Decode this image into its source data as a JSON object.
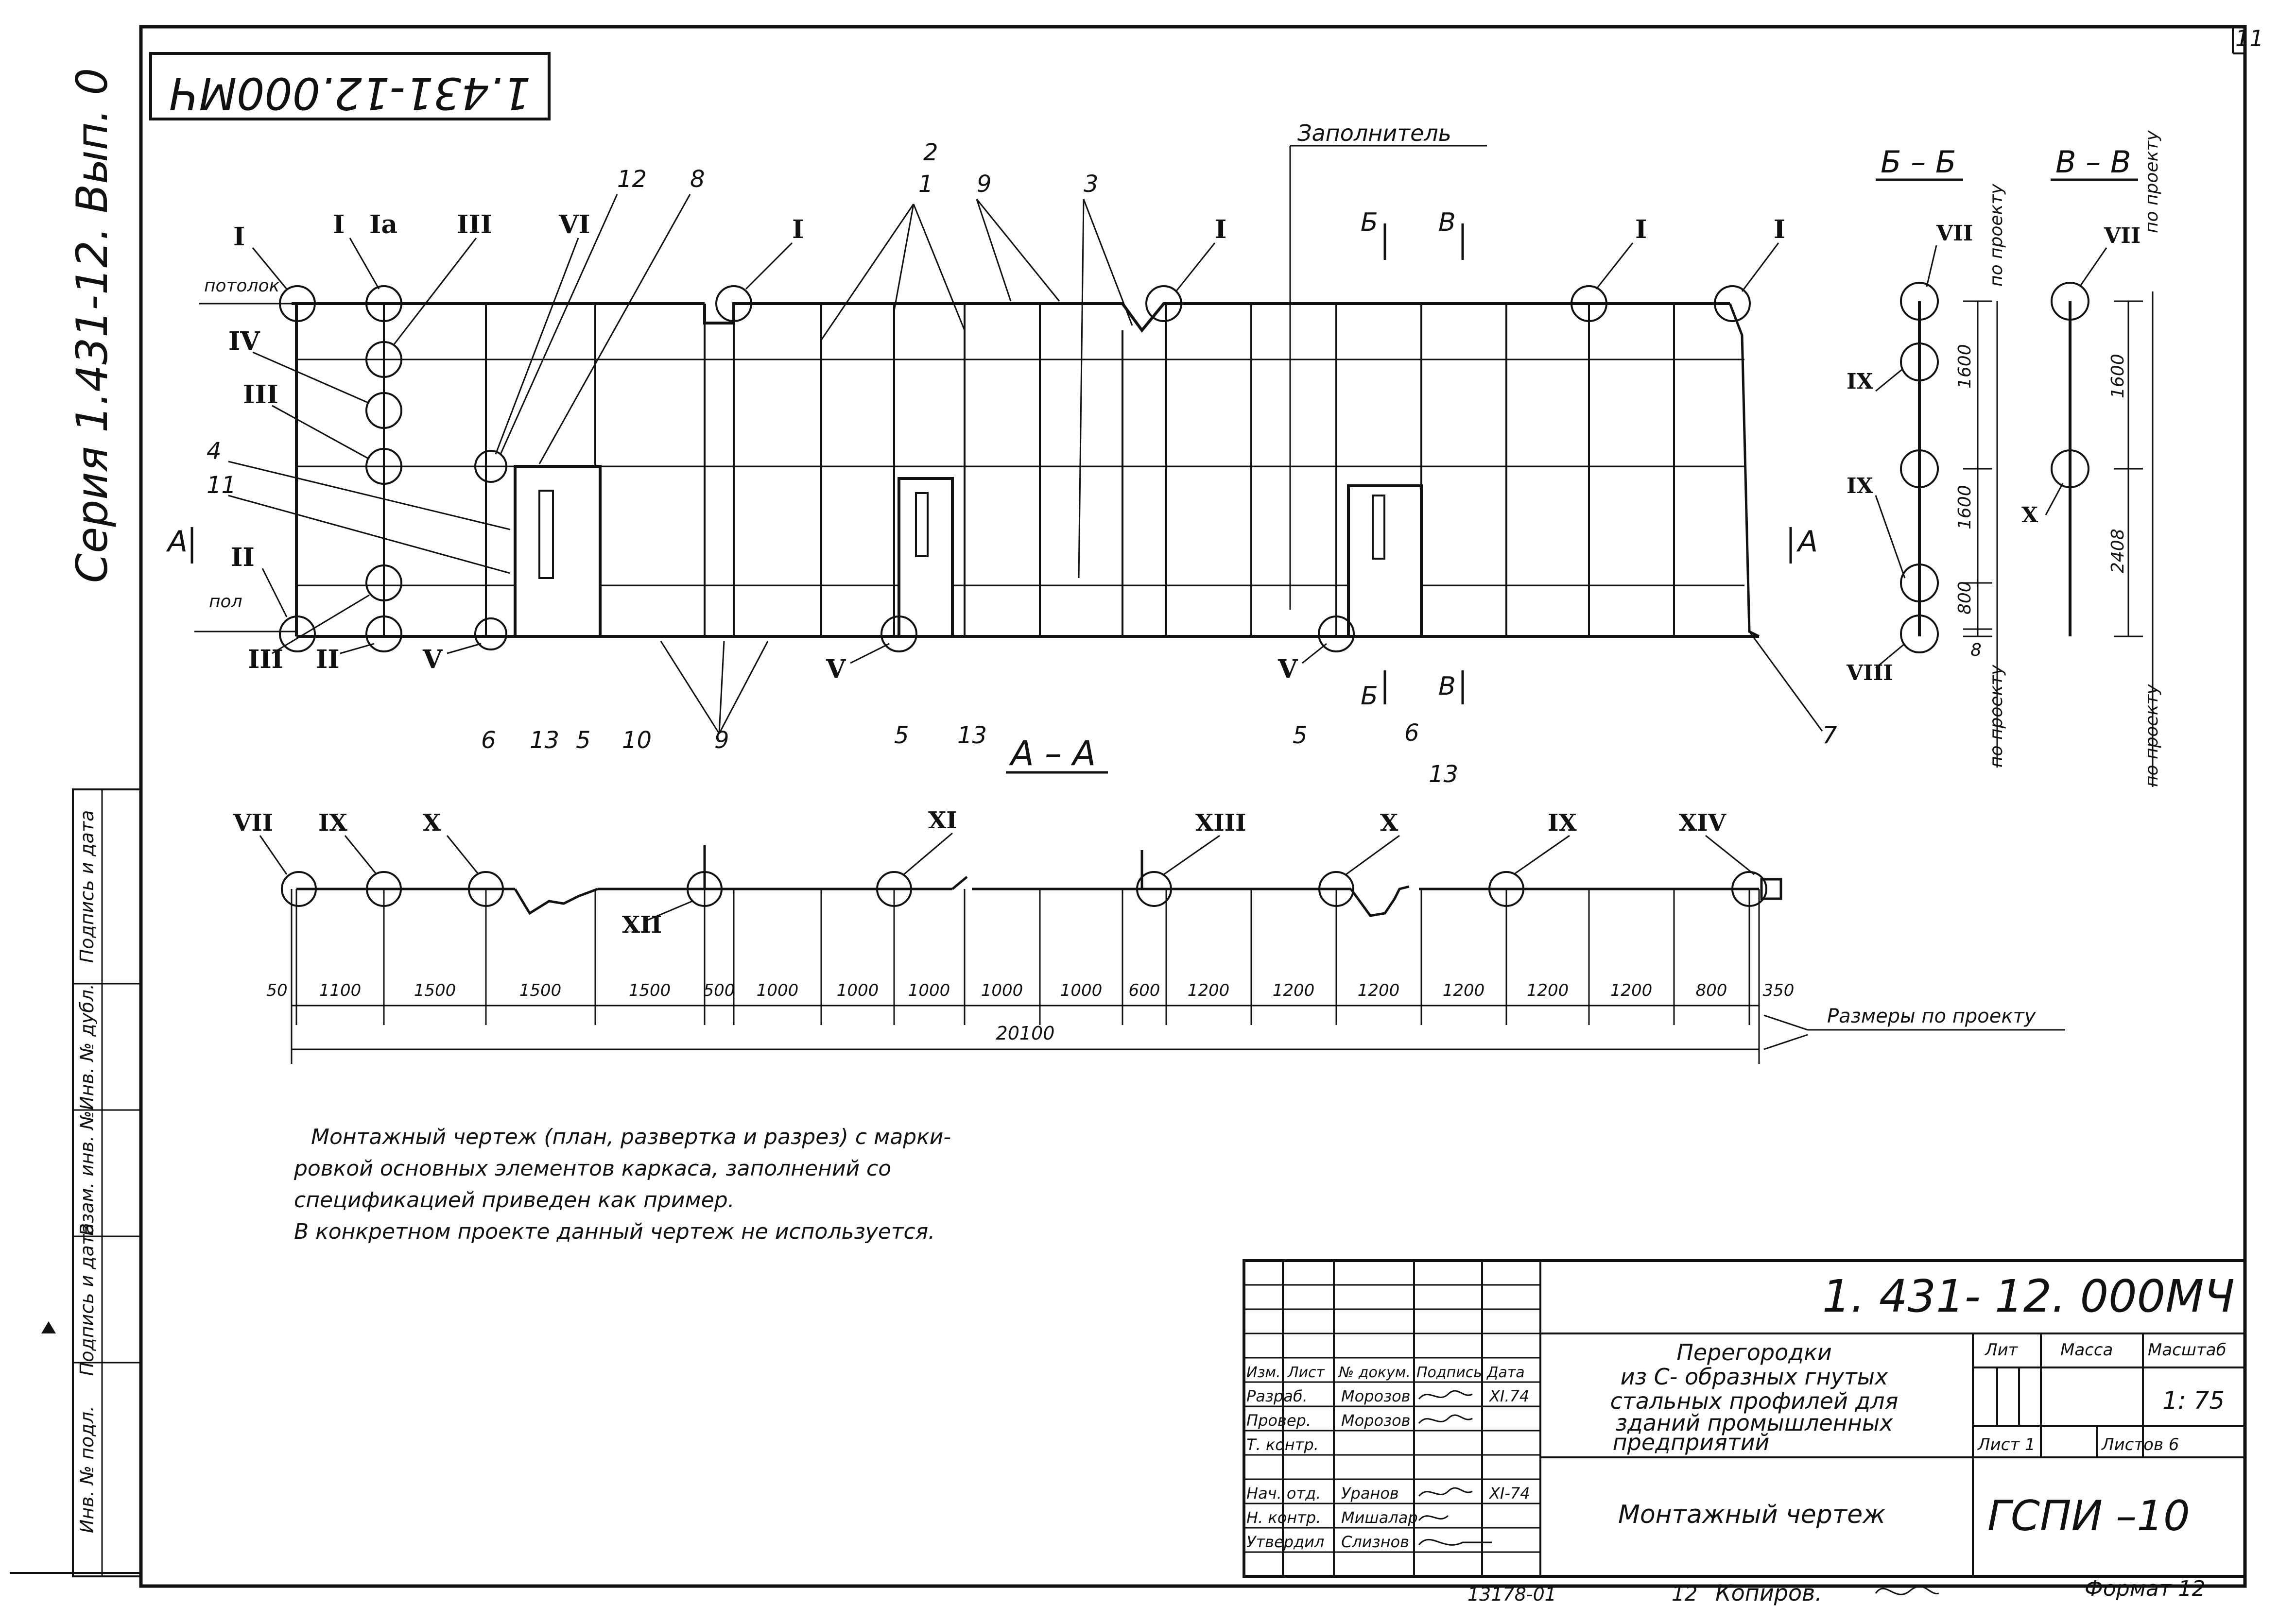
{
  "sheet_corner_number": "11",
  "doc_code_rotated": "1.431-12.000МЧ",
  "series_vertical": "Серия 1.431-12. Вып. 0",
  "annotations": {
    "filler": "Заполнитель",
    "ceiling": "потолок",
    "floor": "пол",
    "per_project_1": "по проекту",
    "per_project_2": "по проекту",
    "per_project_3": "по проекту",
    "per_project_4": "по проекту",
    "sizes_per_project": "Размеры по проекту"
  },
  "section_titles": {
    "a_a": "А – А",
    "b_b": "Б – Б",
    "v_v": "В – В"
  },
  "section_marks": {
    "a": "А",
    "b": "Б",
    "v": "В"
  },
  "roman_marks": [
    "I",
    "Iа",
    "II",
    "III",
    "IV",
    "V",
    "VI",
    "VII",
    "VIII",
    "IX",
    "X",
    "XI",
    "XII",
    "XIII",
    "XIV"
  ],
  "position_numbers": [
    "1",
    "2",
    "3",
    "4",
    "5",
    "6",
    "7",
    "8",
    "9",
    "10",
    "11",
    "12",
    "13"
  ],
  "elevation_dims": {
    "bb": [
      "1600",
      "1600",
      "800",
      "8"
    ],
    "vv": [
      "1600",
      "2408"
    ]
  },
  "plan_dims": [
    "50",
    "1100",
    "1500",
    "1500",
    "1500",
    "500",
    "1000",
    "1000",
    "1000",
    "1000",
    "1000",
    "600",
    "1200",
    "1200",
    "1200",
    "1200",
    "1200",
    "1200",
    "800",
    "350"
  ],
  "plan_total": "20100",
  "note_lines": [
    "Монтажный чертеж (план, развертка и разрез) с марки-",
    "ровкой основных элементов каркаса, заполнений со",
    "спецификацией приведен как пример.",
    "В конкретном проекте данный чертеж не используется."
  ],
  "side_stamp": [
    "Инв. № подл.",
    "Подпись и дата",
    "Взам. инв. №",
    "Инв. № дубл.",
    "Подпись и дата"
  ],
  "title_block": {
    "designation": "1. 431- 12. 000МЧ",
    "title_lines": [
      "Перегородки",
      "из С- образных гнутых",
      "стальных профилей для",
      "зданий промышленных",
      "предприятий"
    ],
    "drawing_name": "Монтажный чертеж",
    "org": "ГСПИ –10",
    "stage_hdr": "Лит",
    "mass_hdr": "Масса",
    "scale_hdr": "Масштаб",
    "scale": "1: 75",
    "sheet": "Лист 1",
    "sheets": "Листов 6",
    "col_headers": [
      "Изм.",
      "Лист",
      "№ докум.",
      "Подпись",
      "Дата"
    ],
    "rows": [
      {
        "role": "Разраб.",
        "name": "Морозов",
        "date": "XI.74"
      },
      {
        "role": "Провер.",
        "name": "Морозов",
        "date": ""
      },
      {
        "role": "Т. контр.",
        "name": "",
        "date": ""
      },
      {
        "role": "Нач. отд.",
        "name": "Уранов",
        "date": "XI-74"
      },
      {
        "role": "Н. контр.",
        "name": "Мишалар",
        "date": ""
      },
      {
        "role": "Утвердил",
        "name": "Слизнов",
        "date": ""
      }
    ],
    "bottom_inv": "13178-01",
    "copy_num": "12",
    "copied": "Копиров.",
    "format": "Формат 12"
  }
}
